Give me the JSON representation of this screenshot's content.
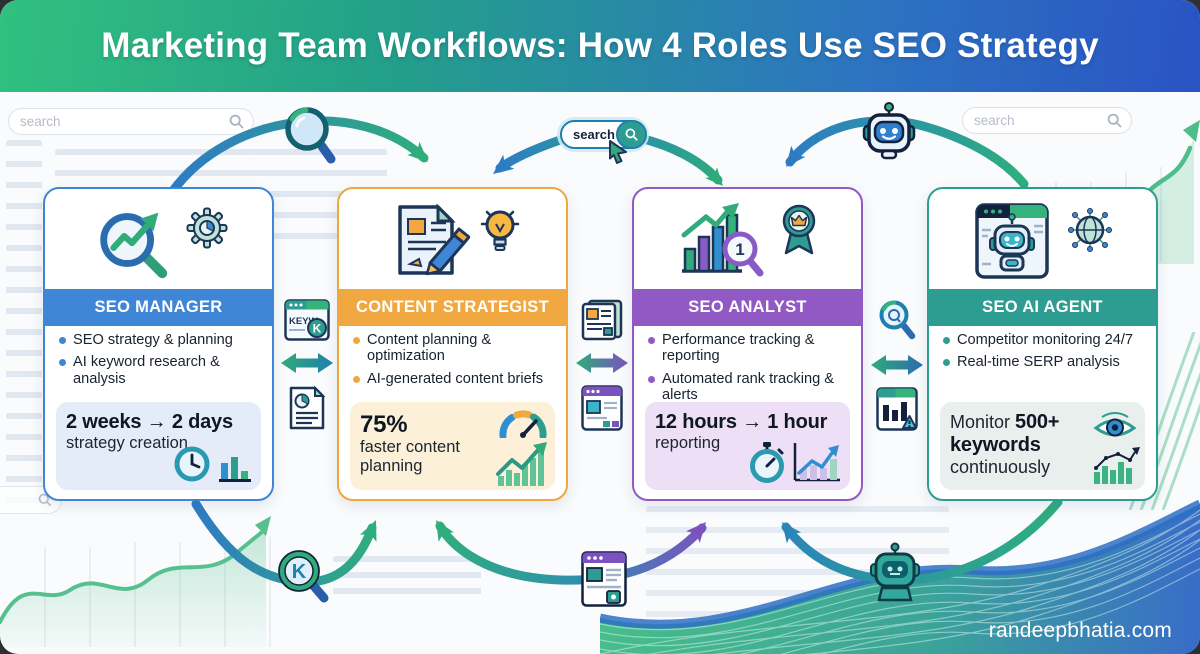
{
  "header": {
    "title": "Marketing Team Workflows: How 4 Roles Use SEO Strategy"
  },
  "background": {
    "search_left": "search",
    "search_right": "search",
    "search_center": "search",
    "watermark": "randeepbhatia.com"
  },
  "cards": [
    {
      "title": "SEO MANAGER",
      "accent": "#3f86d6",
      "band": "#3f86d6",
      "stat_bg": "#e4ebf9",
      "icons": {
        "main": "magnifier-trend-icon",
        "secondary": "gear-analytics-icon",
        "stat": [
          "clock-icon",
          "bar-chart-icon"
        ]
      },
      "bullets": [
        "SEO strategy & planning",
        "AI keyword research & analysis"
      ],
      "stat": {
        "before": "",
        "strong": "2 weeks → 2 days",
        "after": "strategy creation"
      }
    },
    {
      "title": "CONTENT STRATEGIST",
      "accent": "#f0a73c",
      "band": "#f2a840",
      "stat_bg": "#fcf1d8",
      "icons": {
        "main": "document-pencil-icon",
        "secondary": "lightbulb-icon",
        "stat": [
          "gauge-icon",
          "growth-chart-icon"
        ]
      },
      "bullets": [
        "Content planning & optimization",
        "AI-generated content briefs"
      ],
      "stat": {
        "before": "",
        "strong": "75%",
        "after": "faster content planning"
      }
    },
    {
      "title": "SEO ANALYST",
      "accent": "#9159c4",
      "band": "#9159c4",
      "stat_bg": "#ecdff6",
      "icons": {
        "main": "ranking-chart-icon",
        "secondary": "award-ribbon-icon",
        "stat": [
          "stopwatch-icon",
          "line-chart-icon"
        ]
      },
      "icon_badge": "1",
      "bullets": [
        "Performance tracking & reporting",
        "Automated rank tracking & alerts"
      ],
      "stat": {
        "before": "",
        "strong": "12 hours → 1 hour",
        "after": "reporting"
      }
    },
    {
      "title": "SEO AI AGENT",
      "accent": "#2d9d92",
      "band": "#2d9d92",
      "stat_bg": "#e8efed",
      "icons": {
        "main": "robot-browser-icon",
        "secondary": "globe-network-icon",
        "stat": [
          "eye-monitor-icon",
          "keyword-chart-icon"
        ]
      },
      "bullets": [
        "Competitor monitoring 24/7",
        "Real-time SERP analysis"
      ],
      "stat": {
        "before": "Monitor ",
        "strong": "500+ keywords",
        "after": "continuously"
      }
    }
  ],
  "connectors": {
    "keyword_tool_label": "KEYW",
    "keyword_badge": "K",
    "bottom_magnifier_letter": "K"
  }
}
